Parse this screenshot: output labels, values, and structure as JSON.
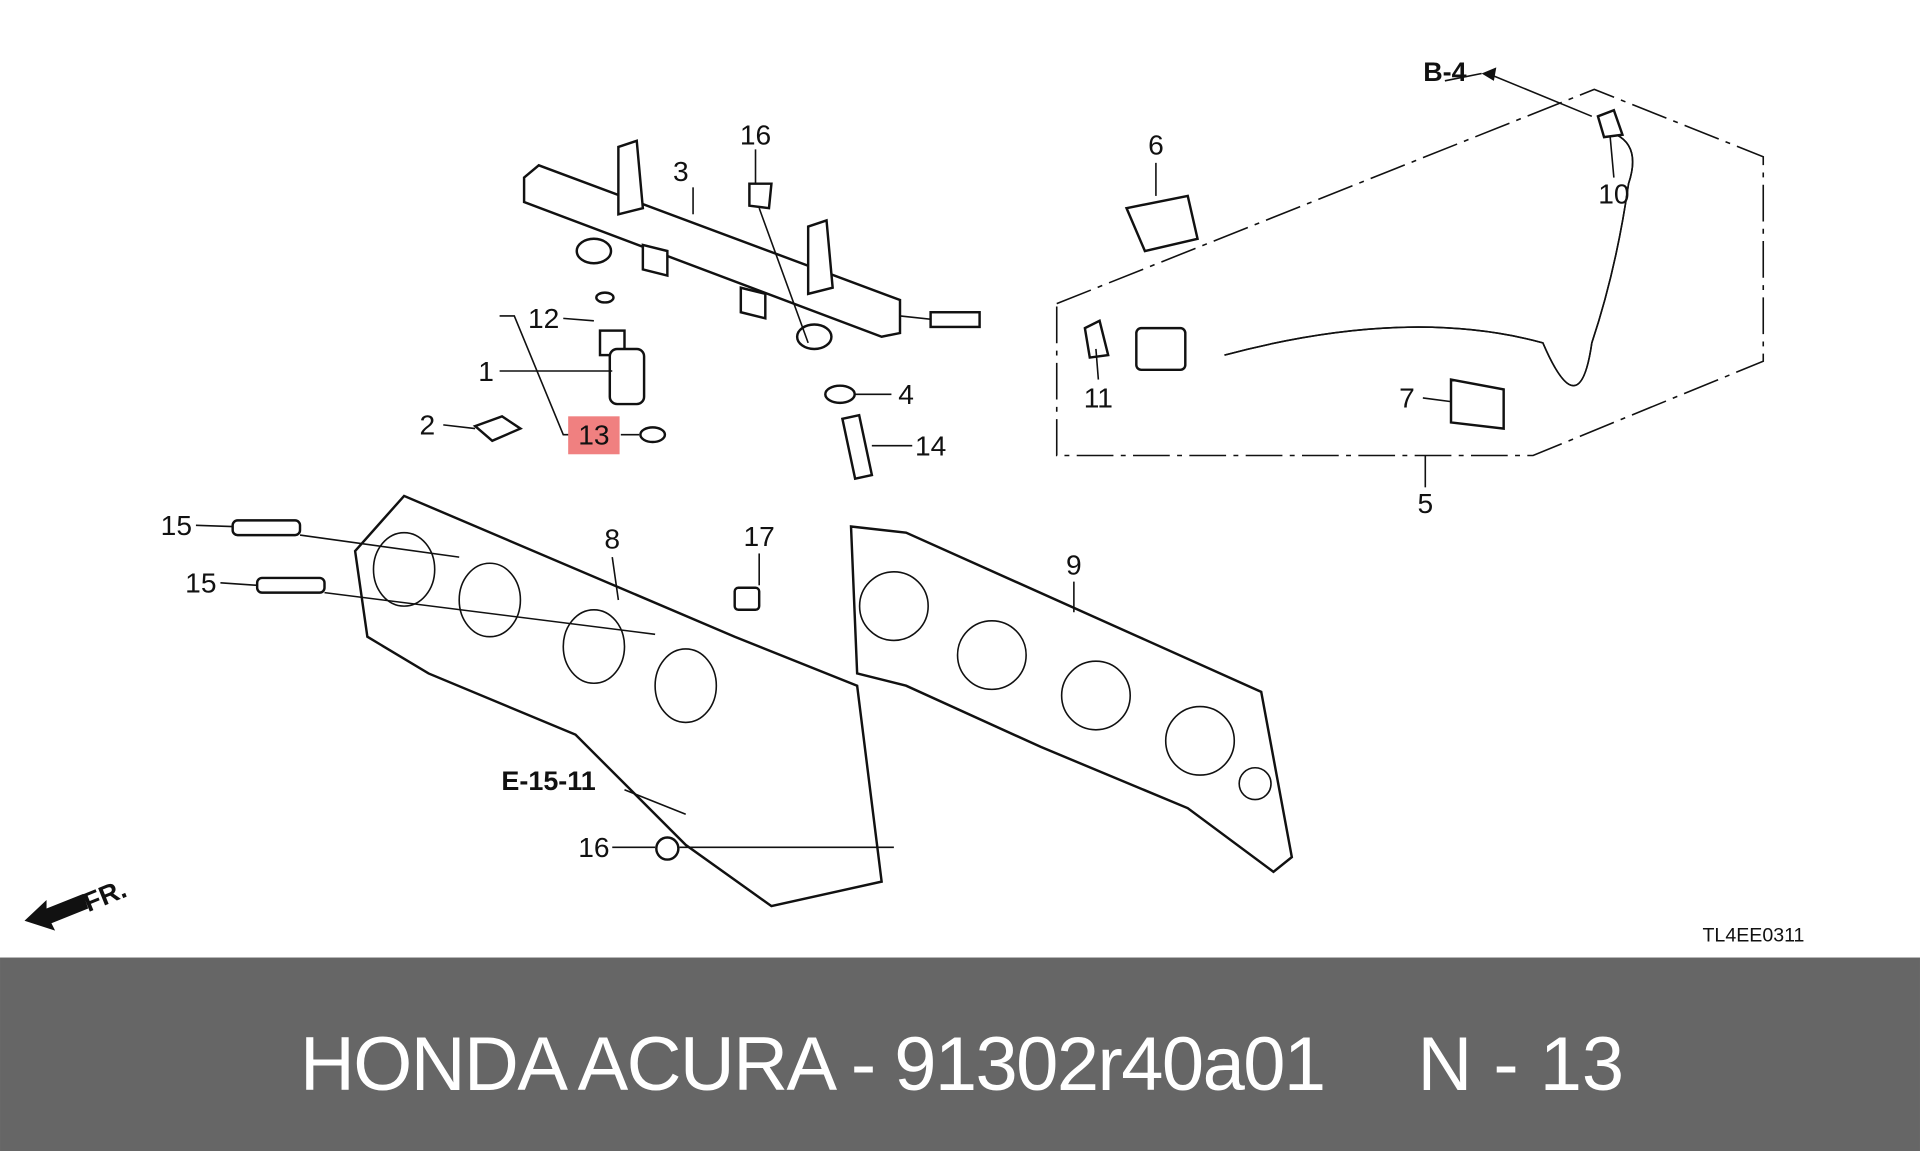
{
  "diagram": {
    "callouts": {
      "c1": "1",
      "c2": "2",
      "c3": "3",
      "c4": "4",
      "c5": "5",
      "c6": "6",
      "c7": "7",
      "c8": "8",
      "c9": "9",
      "c10": "10",
      "c11": "11",
      "c12": "12",
      "c13": "13",
      "c14": "14",
      "c15a": "15",
      "c15b": "15",
      "c16a": "16",
      "c16b": "16",
      "c17": "17"
    },
    "highlighted_callout": "13",
    "highlight_color": "#f08080",
    "refs": {
      "b4": "B-4",
      "e15": "E-15-11"
    },
    "front_arrow": "FR.",
    "diagram_code": "TL4EE0311"
  },
  "footer": {
    "title": "HONDA ACURA - 91302r40a01",
    "position": "N - 13",
    "background": "#666666"
  }
}
